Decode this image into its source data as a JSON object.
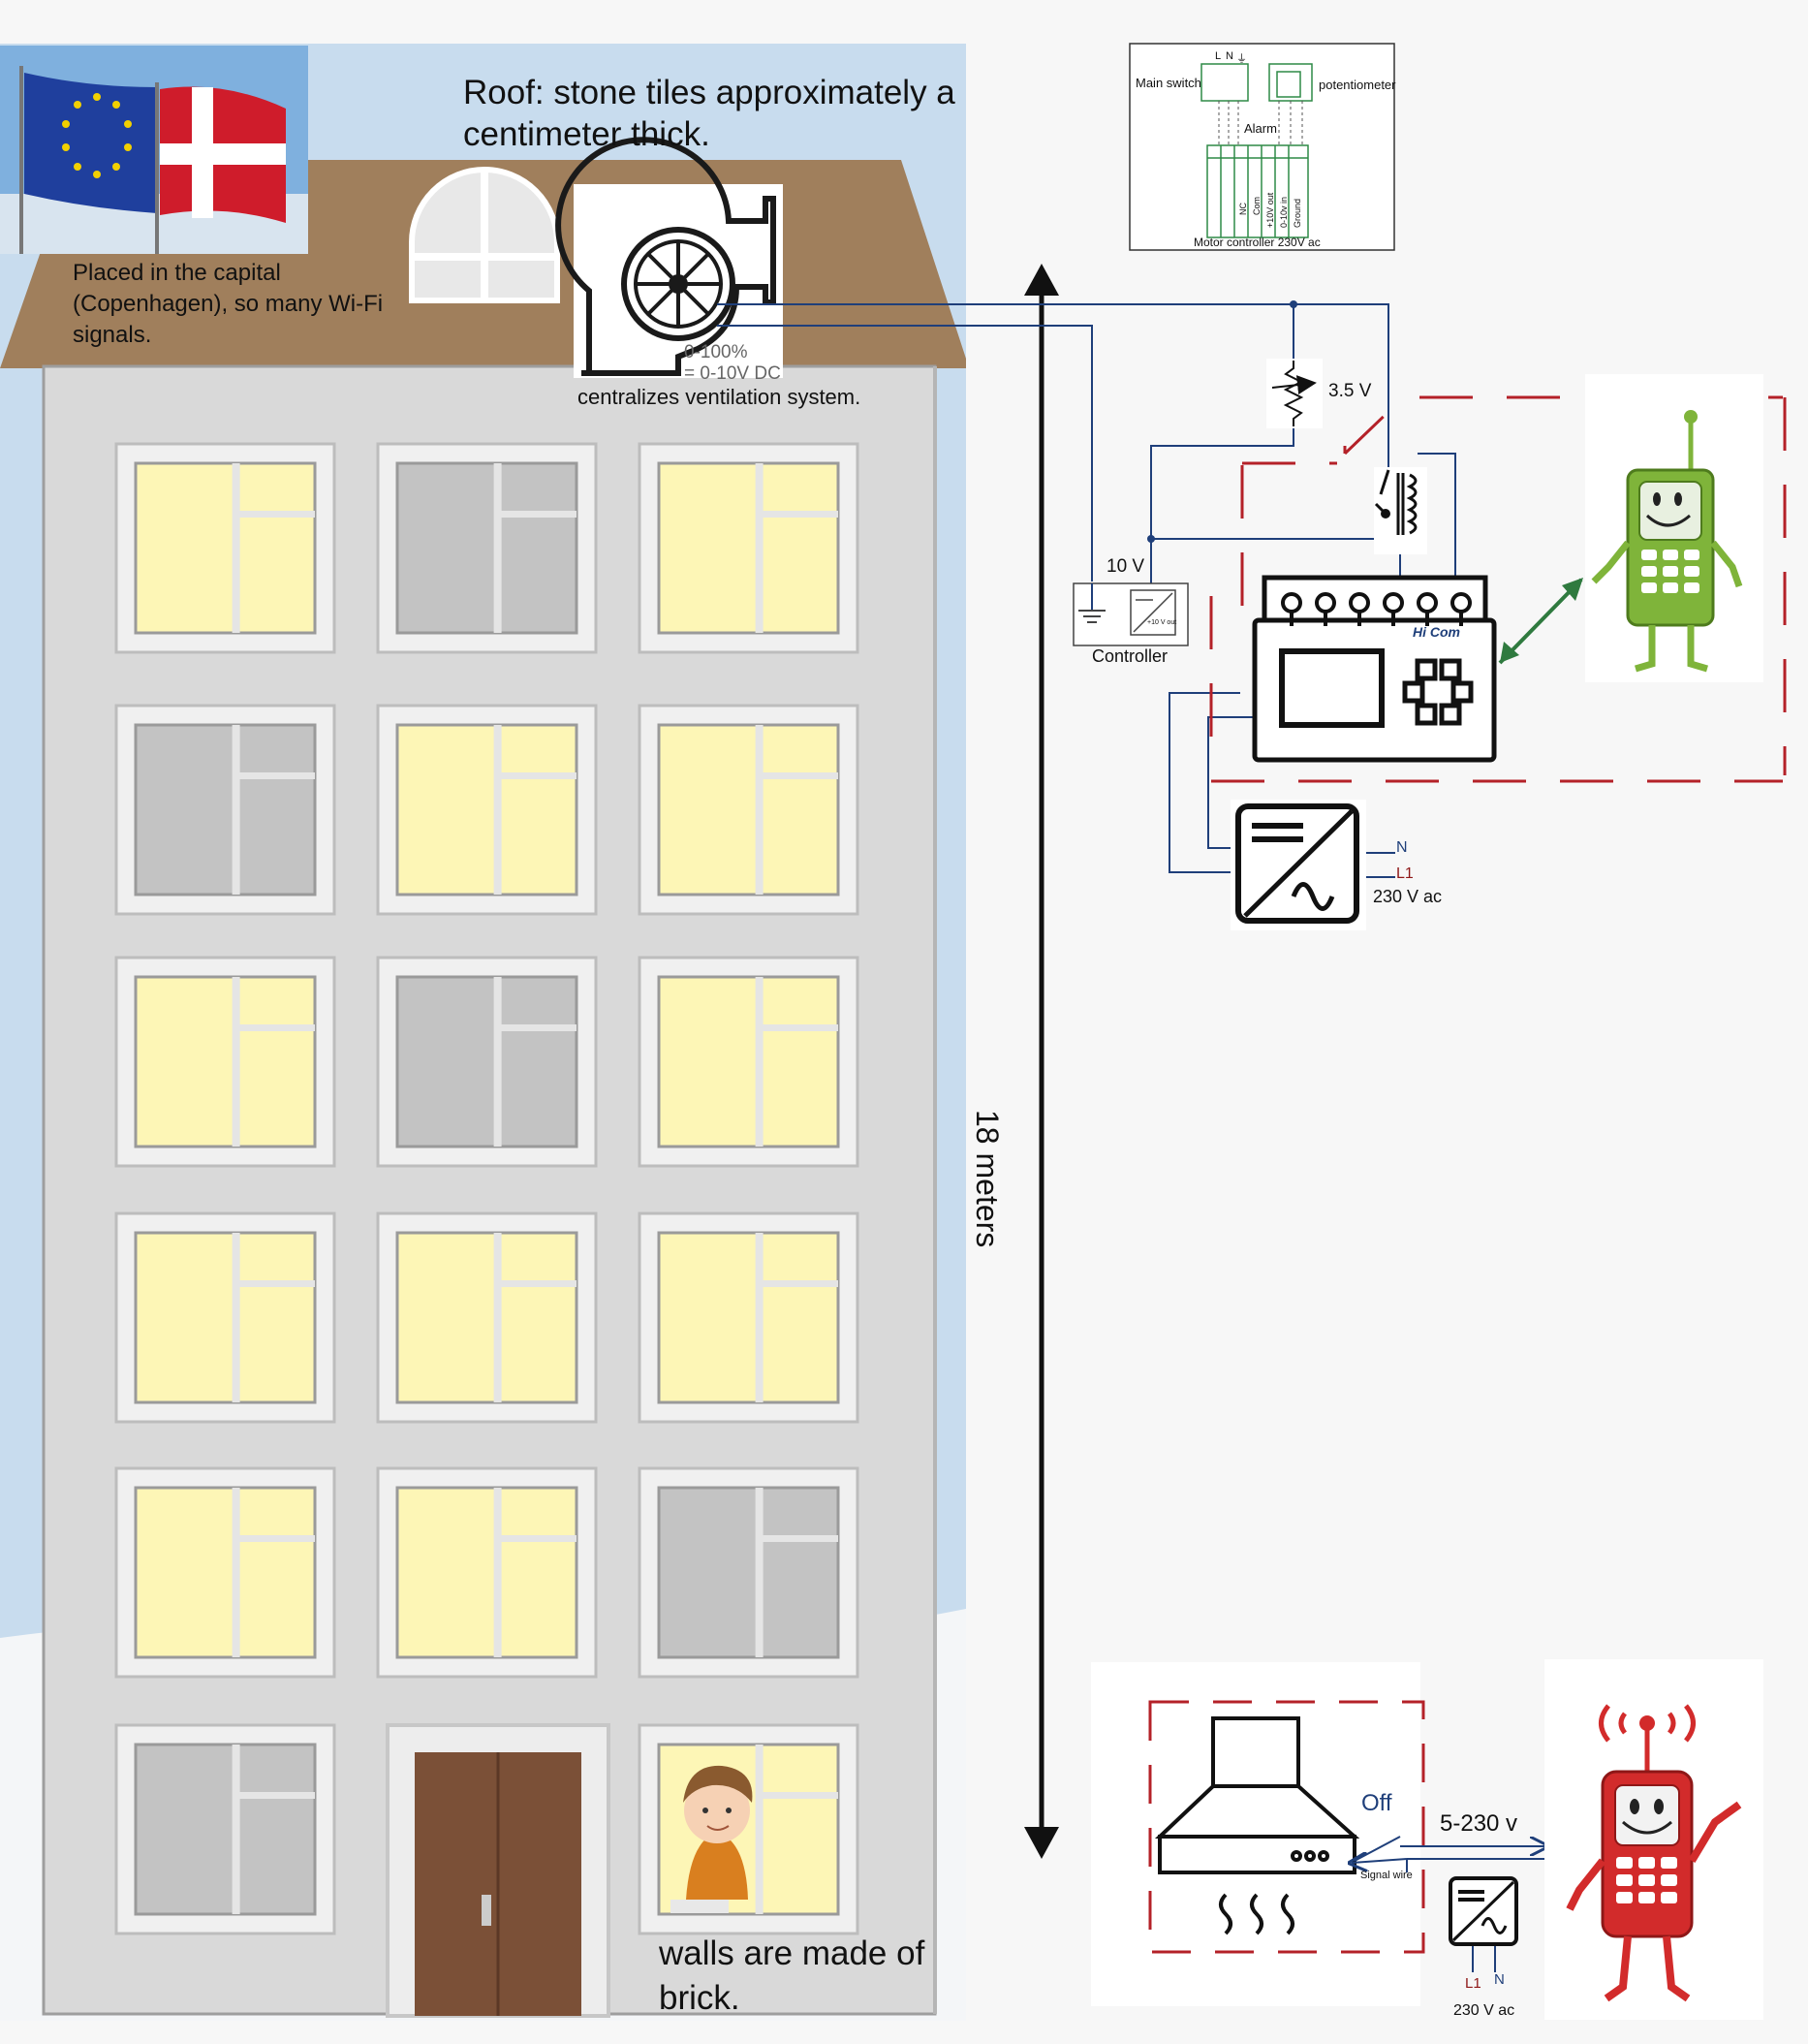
{
  "colors": {
    "sky": "#c8dcee",
    "roof": "#a07f5c",
    "wall": "#d9d9d9",
    "window_lit": "#fdf6b6",
    "window_dark": "#c3c3c3",
    "door": "#7b5037",
    "wire": "#1f3f7a",
    "dashed_box": "#b42128",
    "phone_green": "#7fb43a",
    "phone_red": "#d22b2b",
    "arrow_green": "#2f7a3f"
  },
  "annotations": {
    "roof_note": "Roof: stone tiles approximately a centimeter thick.",
    "location_note": "Placed in the capital (Copenhagen), so many Wi-Fi signals.",
    "fan_range_1": "0-100%",
    "fan_range_2": "= 0-10V DC",
    "fan_caption": "centralizes ventilation system.",
    "walls_note": "walls are made of brick.",
    "height": "18 meters"
  },
  "mini_schematic": {
    "main_switch": "Main switch",
    "potentiometer": "potentiometer",
    "alarm": "Alarm",
    "terminals": [
      "L",
      "N",
      "⏚"
    ],
    "vertical_labels": [
      "NC",
      "Com",
      "+10V out",
      "0-10v in",
      "Ground"
    ],
    "motor_controller": "Motor controller 230V ac"
  },
  "circuit": {
    "pot_voltage": "3.5 V",
    "controller_voltage": "10 V",
    "controller_label": "Controller",
    "controller_inner": "+10 V out",
    "module_text": "Hi Com",
    "supply_N": "N",
    "supply_L": "L1",
    "supply_voltage": "230 V ac"
  },
  "hood_panel": {
    "off": "Off",
    "signal_wire": "Signal wire",
    "range": "5-230 v",
    "supply_L": "L1",
    "supply_N": "N",
    "supply_voltage": "230 V ac"
  }
}
